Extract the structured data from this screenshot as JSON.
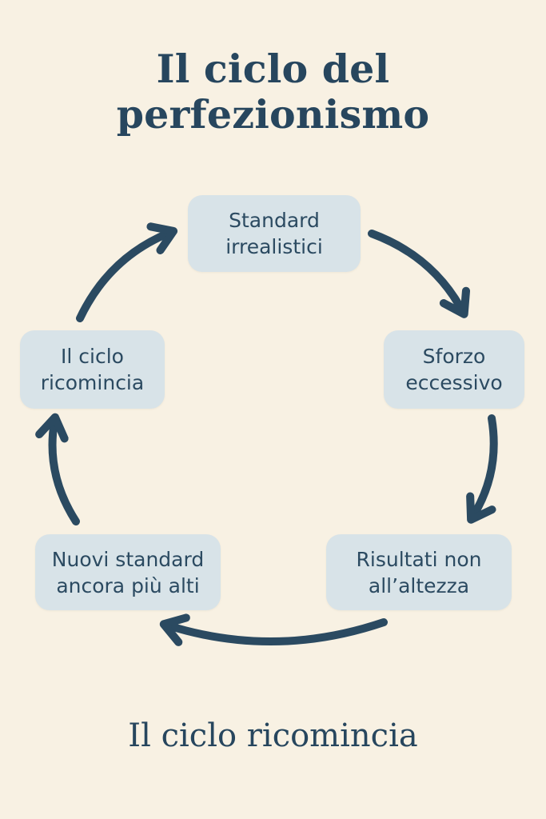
{
  "colors": {
    "background": "#f8f1e3",
    "node_fill": "#d8e3e8",
    "navy": "#27465e",
    "node_text": "#2b4a61",
    "arrow": "#2b4a61"
  },
  "title": {
    "line1": "Il ciclo del",
    "line2": "perfezionismo"
  },
  "nodes": [
    {
      "label": "Standard irrealistici",
      "position": "top"
    },
    {
      "label": "Sforzo eccessivo",
      "position": "right"
    },
    {
      "label": "Risultati non all’altezza",
      "position": "bottom-right"
    },
    {
      "label": "Nuovi standard ancora più alti",
      "position": "bottom-left"
    },
    {
      "label": "Il ciclo ricomincia",
      "position": "left"
    }
  ],
  "footer": "Il ciclo ricomincia"
}
